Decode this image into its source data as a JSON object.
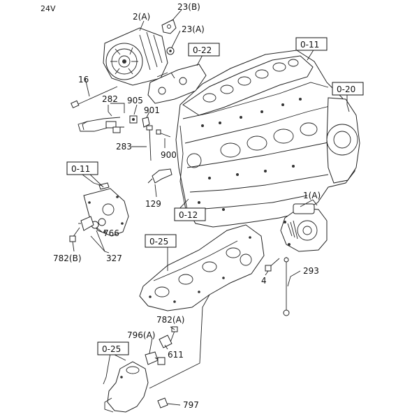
{
  "header": {
    "voltage": "24V"
  },
  "callouts": {
    "c_2A": "2(A)",
    "c_23B": "23(B)",
    "c_23A": "23(A)",
    "c_16": "16",
    "c_282": "282",
    "c_905": "905",
    "c_901": "901",
    "c_283": "283",
    "c_900": "900",
    "c_129": "129",
    "c_766": "766",
    "c_782B": "782(B)",
    "c_327": "327",
    "c_1A": "1(A)",
    "c_4": "4",
    "c_293": "293",
    "c_782A": "782(A)",
    "c_796A": "796(A)",
    "c_611": "611",
    "c_797": "797"
  },
  "reference_boxes": {
    "r_022": "0-22",
    "r_011_top": "0-11",
    "r_020": "0-20",
    "r_011_left": "0-11",
    "r_012": "0-12",
    "r_025_mid": "0-25",
    "r_025_bot": "0-25"
  }
}
